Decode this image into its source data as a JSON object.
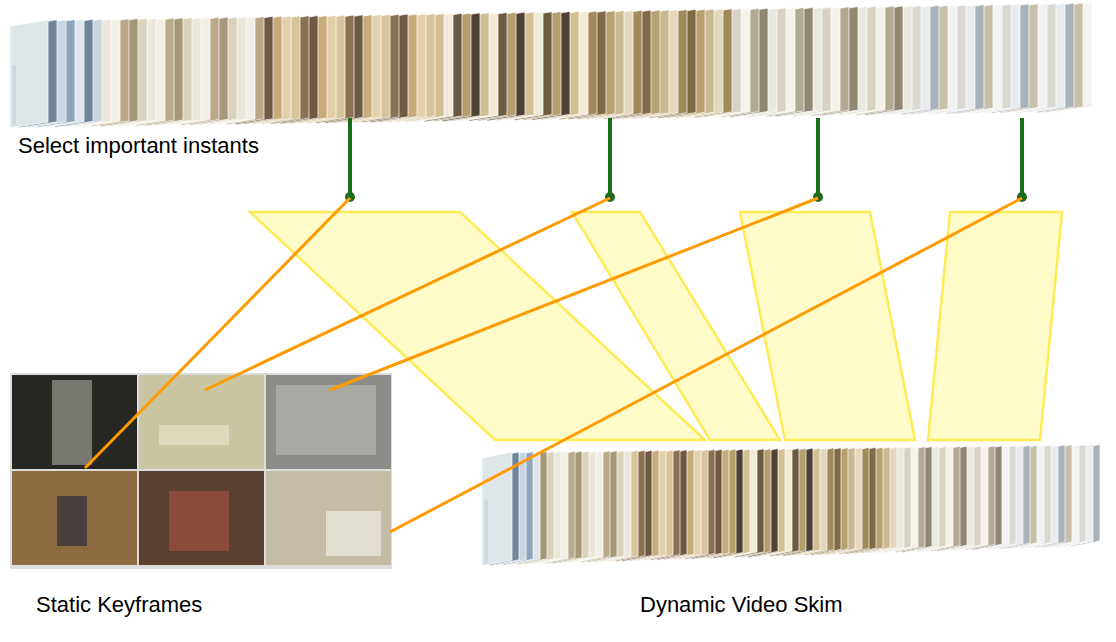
{
  "diagram": {
    "labels": [
      "Select important instants",
      "Static Keyframes",
      "Dynamic Video Skim"
    ]
  }
}
